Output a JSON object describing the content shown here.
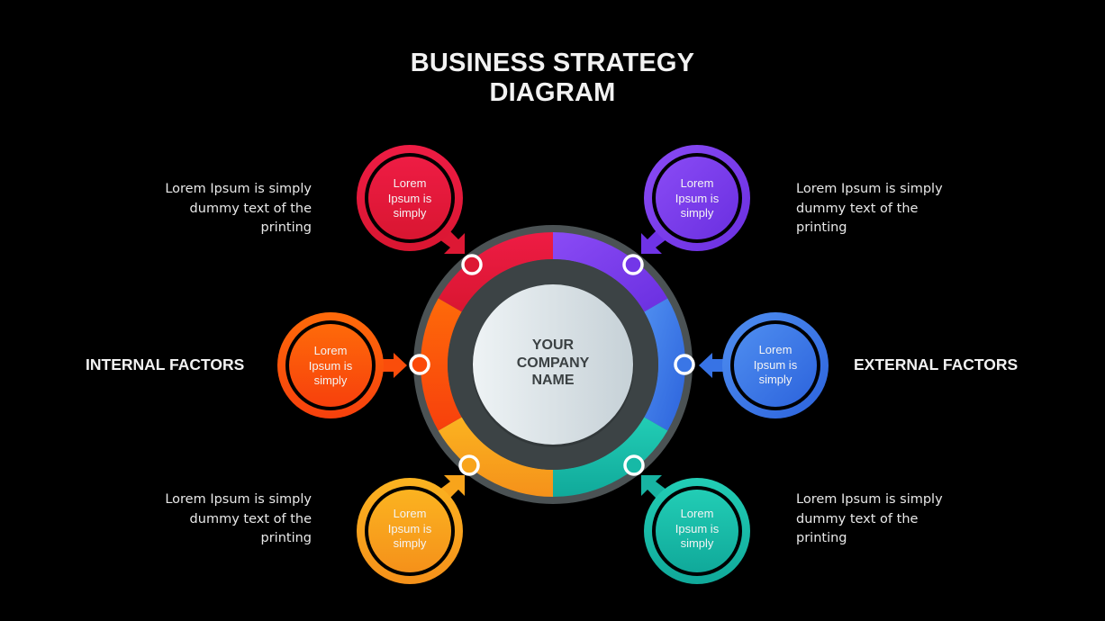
{
  "title": {
    "line1": "BUSINESS STRATEGY",
    "line2": "DIAGRAM"
  },
  "center": {
    "line1": "YOUR",
    "line2": "COMPANY",
    "line3": "NAME"
  },
  "factors": {
    "internal": "INTERNAL FACTORS",
    "external": "EXTERNAL FACTORS"
  },
  "colors": {
    "background": "#000000",
    "red": "#e8173a",
    "purple": "#7a3ff0",
    "blue": "#3a78e6",
    "teal": "#16bca8",
    "yellow": "#f7a21b",
    "orange": "#fb4a0a",
    "ring_border": "#4b5254",
    "inner_ring": "#3c4345",
    "center_disk": "#e2e8eb"
  },
  "satellites": [
    {
      "id": "red",
      "line1": "Lorem",
      "line2": "Ipsum is",
      "line3": "simply"
    },
    {
      "id": "purple",
      "line1": "Lorem",
      "line2": "Ipsum is",
      "line3": "simply"
    },
    {
      "id": "orange",
      "line1": "Lorem",
      "line2": "Ipsum is",
      "line3": "simply"
    },
    {
      "id": "blue",
      "line1": "Lorem",
      "line2": "Ipsum is",
      "line3": "simply"
    },
    {
      "id": "yellow",
      "line1": "Lorem",
      "line2": "Ipsum is",
      "line3": "simply"
    },
    {
      "id": "teal",
      "line1": "Lorem",
      "line2": "Ipsum is",
      "line3": "simply"
    }
  ],
  "descriptions": [
    {
      "position": "top-left",
      "line1": "Lorem Ipsum is simply",
      "line2": "dummy text of the",
      "line3": "printing"
    },
    {
      "position": "top-right",
      "line1": "Lorem Ipsum is simply",
      "line2": "dummy text of the",
      "line3": "printing"
    },
    {
      "position": "bottom-left",
      "line1": "Lorem Ipsum is simply",
      "line2": "dummy text of the",
      "line3": "printing"
    },
    {
      "position": "bottom-right",
      "line1": "Lorem Ipsum is simply",
      "line2": "dummy text of the",
      "line3": "printing"
    }
  ]
}
